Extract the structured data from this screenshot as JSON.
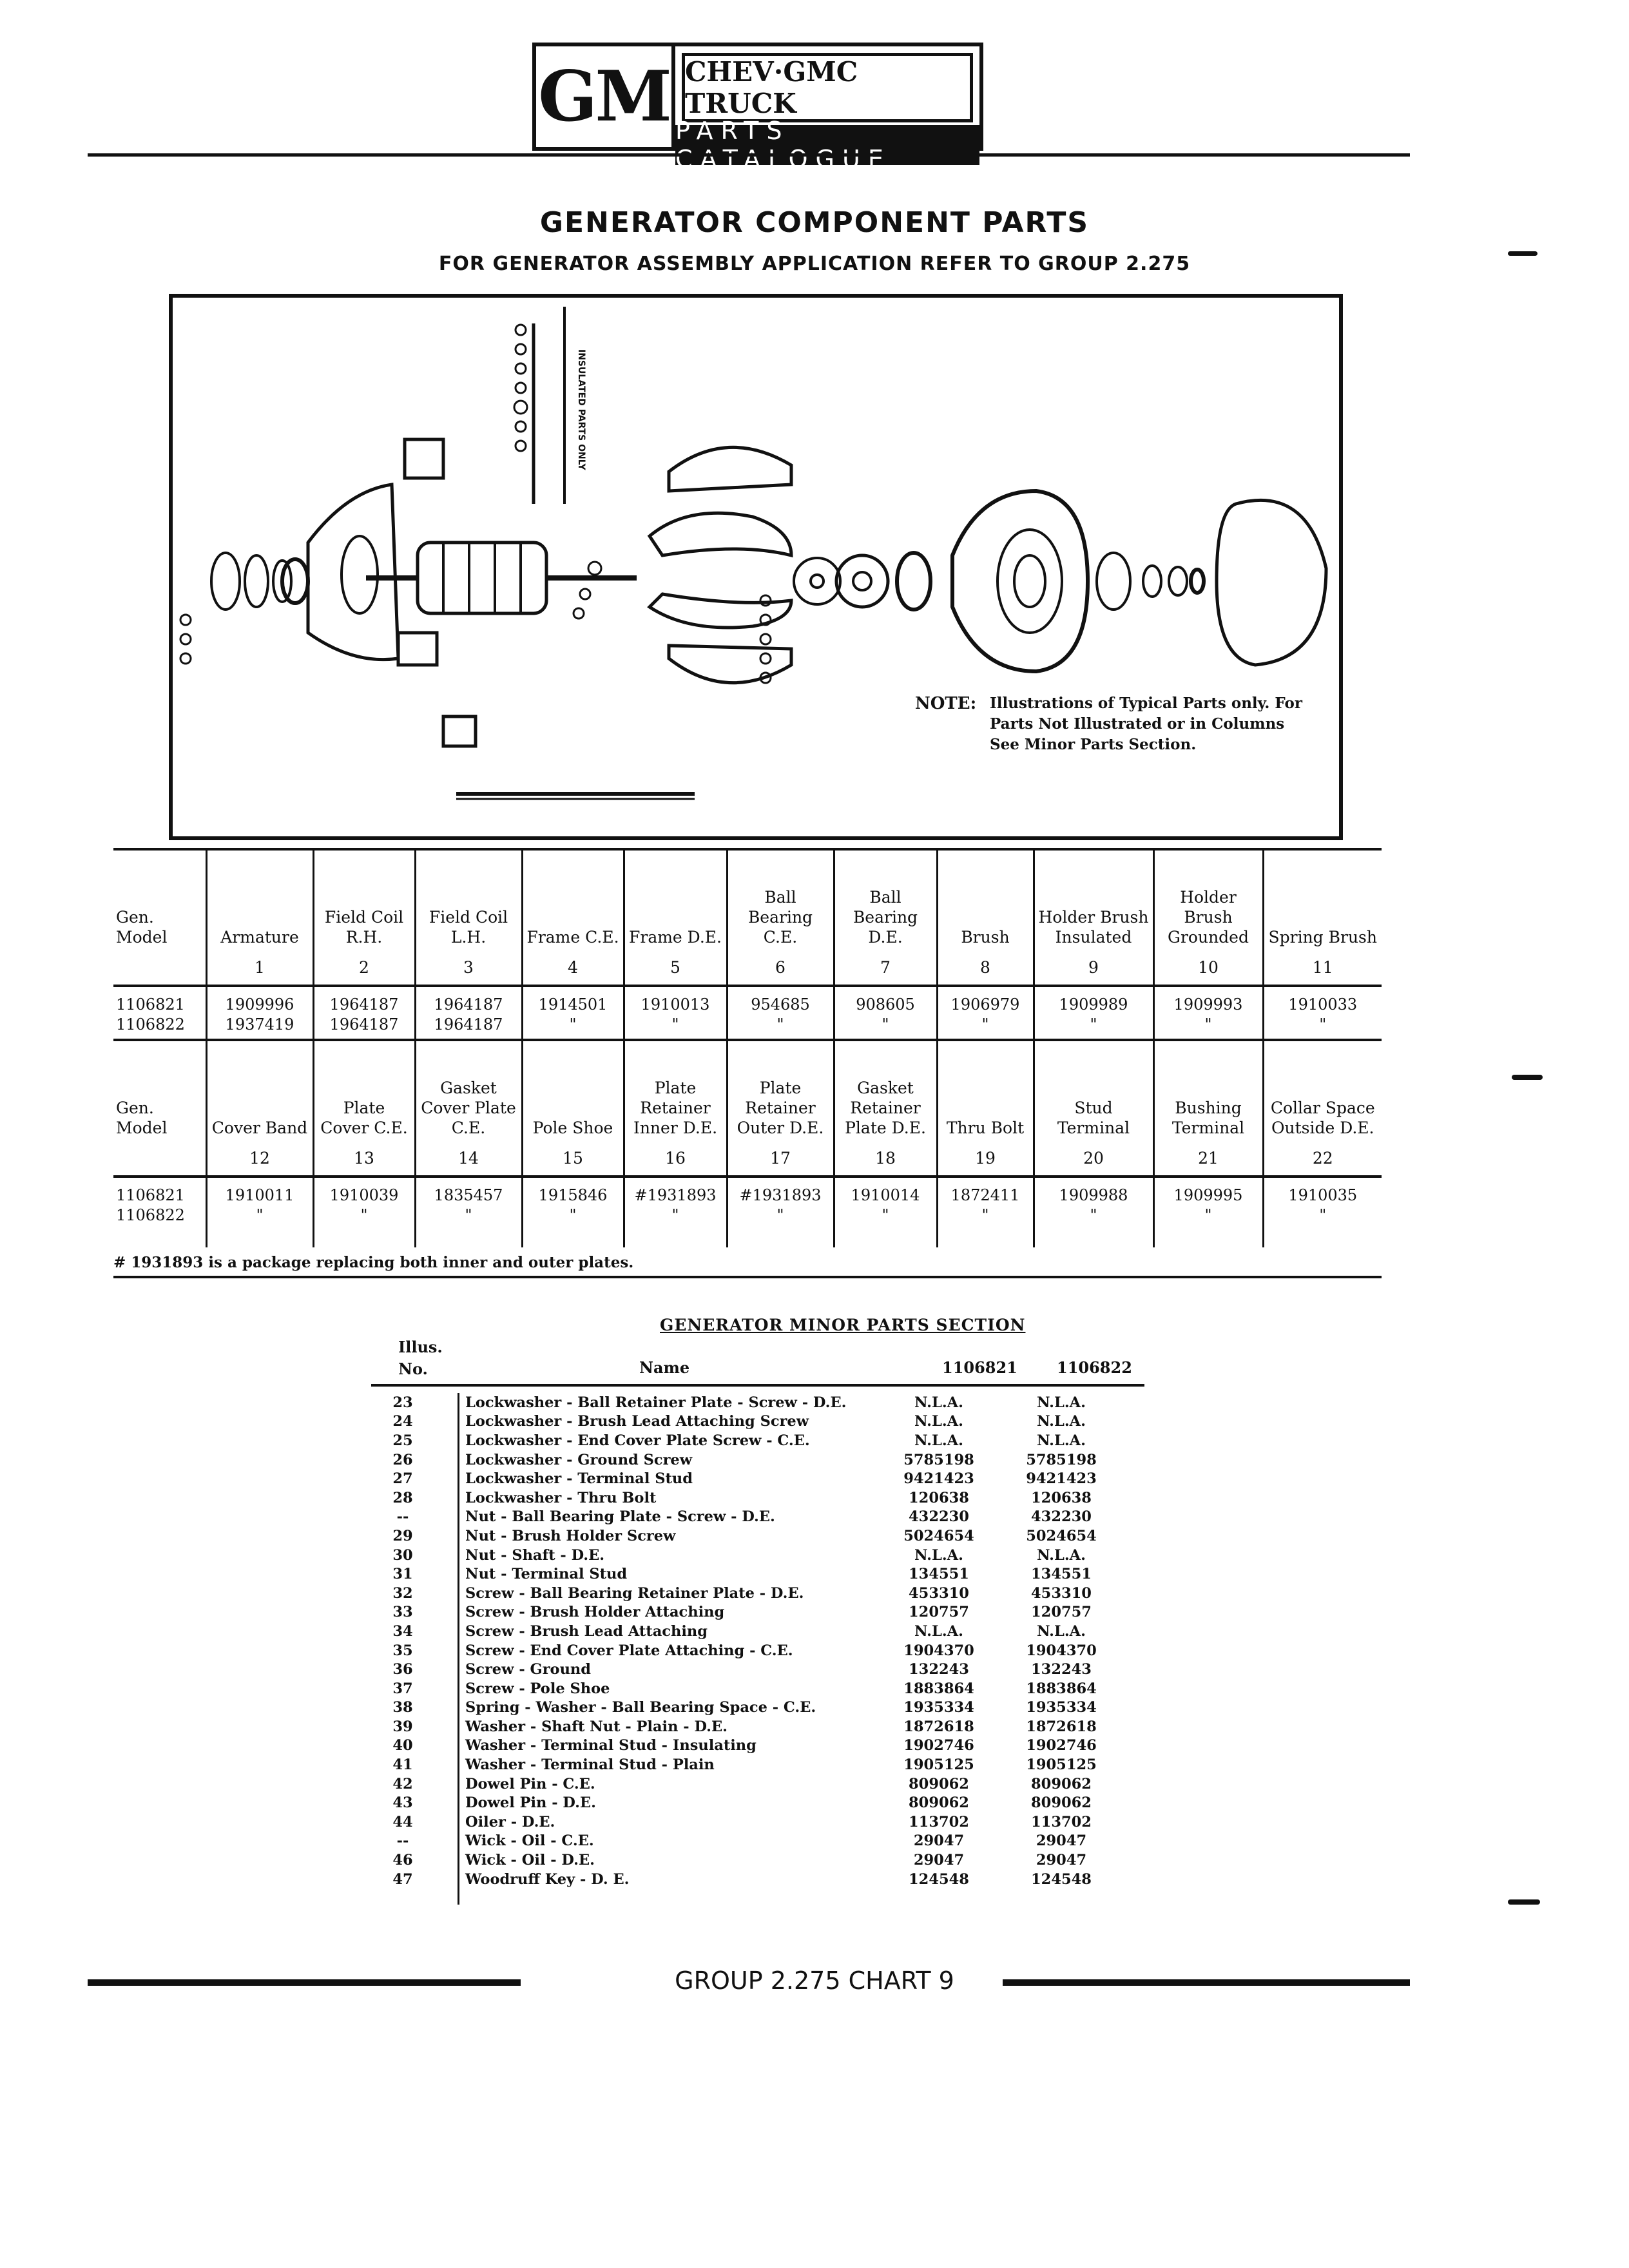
{
  "header": {
    "logo_gm": "GM",
    "logo_top": "CHEV·GMC TRUCK",
    "logo_bottom": "PARTS CATALOGUE"
  },
  "title": "GENERATOR COMPONENT PARTS",
  "subtitle": "FOR GENERATOR ASSEMBLY APPLICATION REFER TO GROUP 2.275",
  "diagram": {
    "note_head": "NOTE:",
    "note_body": "Illustrations of Typical Parts only. For Parts Not Illustrated or in Columns See Minor Parts Section.",
    "side_label": "INSULATED PARTS ONLY"
  },
  "table1": {
    "headers": [
      "Gen. Model",
      "Armature",
      "Field Coil R.H.",
      "Field Coil L.H.",
      "Frame C.E.",
      "Frame D.E.",
      "Ball Bearing C.E.",
      "Ball Bearing D.E.",
      "Brush",
      "Holder Brush Insulated",
      "Holder Brush Grounded",
      "Spring Brush"
    ],
    "numbers": [
      "",
      "1",
      "2",
      "3",
      "4",
      "5",
      "6",
      "7",
      "8",
      "9",
      "10",
      "11"
    ],
    "rows": [
      [
        "1106821",
        "1909996",
        "1964187",
        "1964187",
        "1914501",
        "1910013",
        "954685",
        "908605",
        "1906979",
        "1909989",
        "1909993",
        "1910033"
      ],
      [
        "1106822",
        "1937419",
        "1964187",
        "1964187",
        "\"",
        "\"",
        "\"",
        "\"",
        "\"",
        "\"",
        "\"",
        "\""
      ]
    ]
  },
  "table2": {
    "headers": [
      "Gen. Model",
      "Cover Band",
      "Plate Cover C.E.",
      "Gasket Cover Plate C.E.",
      "Pole Shoe",
      "Plate Retainer Inner D.E.",
      "Plate Retainer Outer D.E.",
      "Gasket Retainer Plate D.E.",
      "Thru Bolt",
      "Stud Terminal",
      "Bushing Terminal",
      "Collar Space Outside D.E."
    ],
    "numbers": [
      "",
      "12",
      "13",
      "14",
      "15",
      "16",
      "17",
      "18",
      "19",
      "20",
      "21",
      "22"
    ],
    "rows": [
      [
        "1106821",
        "1910011",
        "1910039",
        "1835457",
        "1915846",
        "#1931893",
        "#1931893",
        "1910014",
        "1872411",
        "1909988",
        "1909995",
        "1910035"
      ],
      [
        "1106822",
        "\"",
        "\"",
        "\"",
        "\"",
        "\"",
        "\"",
        "\"",
        "\"",
        "\"",
        "\"",
        "\""
      ]
    ],
    "footnote": "# 1931893 is a package replacing both inner and outer plates."
  },
  "minor": {
    "title": "GENERATOR MINOR PARTS SECTION",
    "col_illus": "Illus.",
    "col_no": "No.",
    "col_name": "Name",
    "col_m1": "1106821",
    "col_m2": "1106822",
    "rows": [
      {
        "no": "23",
        "name": "Lockwasher - Ball Retainer Plate - Screw - D.E.",
        "v1": "N.L.A.",
        "v2": "N.L.A."
      },
      {
        "no": "24",
        "name": "Lockwasher - Brush Lead Attaching Screw",
        "v1": "N.L.A.",
        "v2": "N.L.A."
      },
      {
        "no": "25",
        "name": "Lockwasher - End Cover Plate Screw - C.E.",
        "v1": "N.L.A.",
        "v2": "N.L.A."
      },
      {
        "no": "26",
        "name": "Lockwasher - Ground Screw",
        "v1": "5785198",
        "v2": "5785198"
      },
      {
        "no": "27",
        "name": "Lockwasher - Terminal Stud",
        "v1": "9421423",
        "v2": "9421423"
      },
      {
        "no": "28",
        "name": "Lockwasher - Thru Bolt",
        "v1": "120638",
        "v2": "120638"
      },
      {
        "no": "--",
        "name": "Nut - Ball Bearing Plate - Screw - D.E.",
        "v1": "432230",
        "v2": "432230"
      },
      {
        "no": "29",
        "name": "Nut - Brush Holder Screw",
        "v1": "5024654",
        "v2": "5024654"
      },
      {
        "no": "30",
        "name": "Nut - Shaft - D.E.",
        "v1": "N.L.A.",
        "v2": "N.L.A."
      },
      {
        "no": "31",
        "name": "Nut - Terminal Stud",
        "v1": "134551",
        "v2": "134551"
      },
      {
        "no": "32",
        "name": "Screw - Ball Bearing Retainer Plate - D.E.",
        "v1": "453310",
        "v2": "453310"
      },
      {
        "no": "33",
        "name": "Screw - Brush Holder Attaching",
        "v1": "120757",
        "v2": "120757"
      },
      {
        "no": "34",
        "name": "Screw - Brush Lead Attaching",
        "v1": "N.L.A.",
        "v2": "N.L.A."
      },
      {
        "no": "35",
        "name": "Screw - End Cover Plate Attaching - C.E.",
        "v1": "1904370",
        "v2": "1904370"
      },
      {
        "no": "36",
        "name": "Screw - Ground",
        "v1": "132243",
        "v2": "132243"
      },
      {
        "no": "37",
        "name": "Screw - Pole Shoe",
        "v1": "1883864",
        "v2": "1883864"
      },
      {
        "no": "38",
        "name": "Spring - Washer - Ball Bearing Space - C.E.",
        "v1": "1935334",
        "v2": "1935334"
      },
      {
        "no": "39",
        "name": "Washer - Shaft Nut - Plain - D.E.",
        "v1": "1872618",
        "v2": "1872618"
      },
      {
        "no": "40",
        "name": "Washer - Terminal Stud - Insulating",
        "v1": "1902746",
        "v2": "1902746"
      },
      {
        "no": "41",
        "name": "Washer - Terminal Stud - Plain",
        "v1": "1905125",
        "v2": "1905125"
      },
      {
        "no": "42",
        "name": "Dowel Pin - C.E.",
        "v1": "809062",
        "v2": "809062"
      },
      {
        "no": "43",
        "name": "Dowel Pin - D.E.",
        "v1": "809062",
        "v2": "809062"
      },
      {
        "no": "44",
        "name": "Oiler - D.E.",
        "v1": "113702",
        "v2": "113702"
      },
      {
        "no": "--",
        "name": "Wick - Oil - C.E.",
        "v1": "29047",
        "v2": "29047"
      },
      {
        "no": "46",
        "name": "Wick - Oil - D.E.",
        "v1": "29047",
        "v2": "29047"
      },
      {
        "no": "47",
        "name": "Woodruff Key - D. E.",
        "v1": "124548",
        "v2": "124548"
      }
    ]
  },
  "footer": "GROUP 2.275 CHART 9"
}
